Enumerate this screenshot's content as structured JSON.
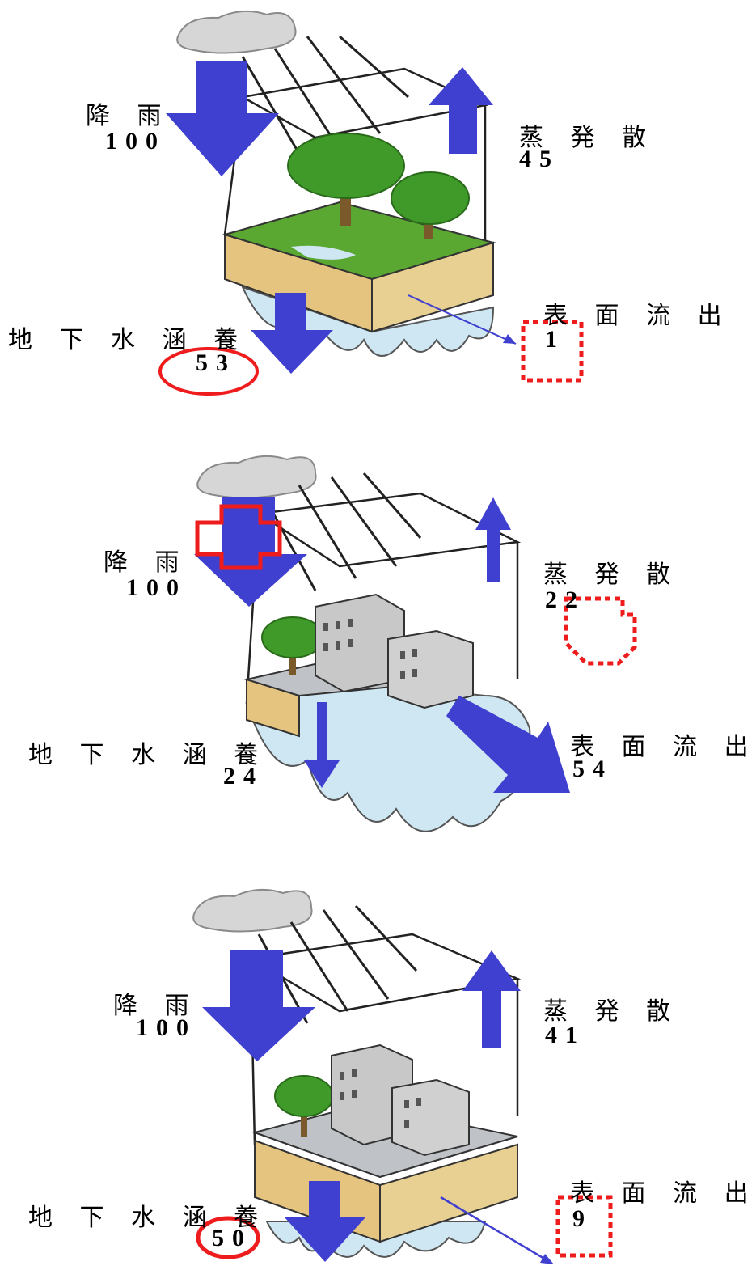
{
  "labels": {
    "rain": "降 雨",
    "evap": "蒸 発 散",
    "runoff": "表 面 流 出",
    "recharge": "地 下 水 涵 養"
  },
  "panels": [
    {
      "scene": "forest",
      "rain": "100",
      "evapotranspiration": "45",
      "surface_runoff": "1",
      "groundwater_recharge": "53"
    },
    {
      "scene": "city",
      "rain": "100",
      "evapotranspiration": "22",
      "surface_runoff": "54",
      "groundwater_recharge": "24"
    },
    {
      "scene": "city-with-infiltration",
      "rain": "100",
      "evapotranspiration": "41",
      "surface_runoff": "9",
      "groundwater_recharge": "50"
    }
  ],
  "colors": {
    "arrow": "#3f3fd0",
    "highlight": "#ee1c1c",
    "grass": "#5aa832",
    "soil": "#e4c47e",
    "water": "#cfe7f3",
    "building": "#c8c8c8"
  }
}
